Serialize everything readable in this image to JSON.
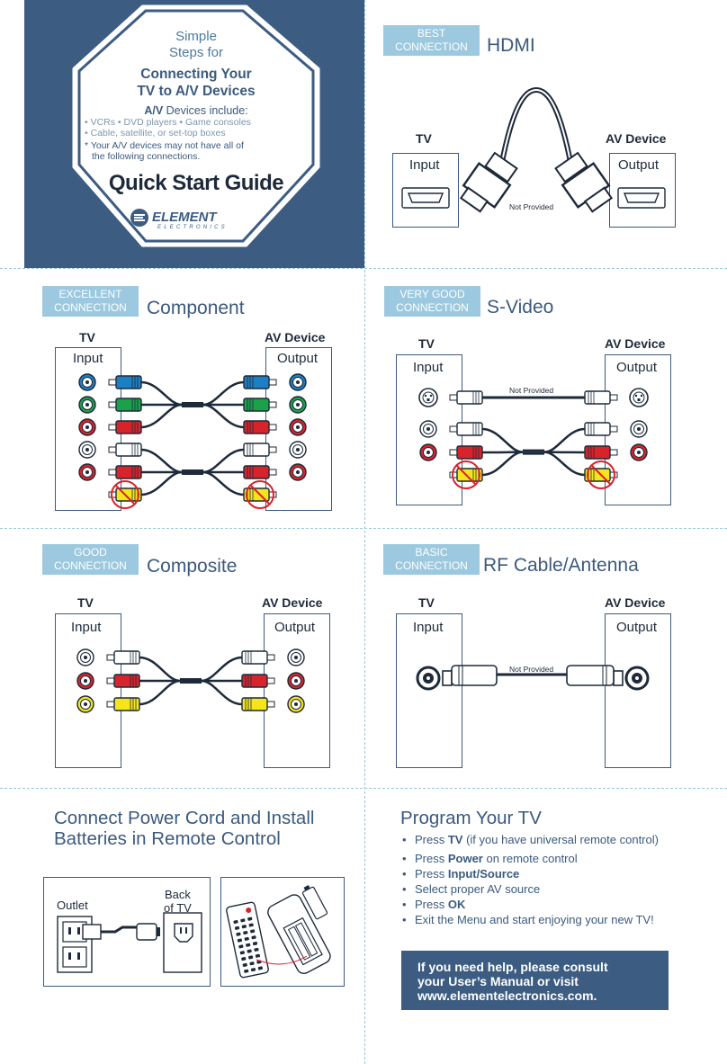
{
  "cover": {
    "line1": "Simple",
    "line2": "Steps for",
    "title_line1": "Connecting Your",
    "title_line2": "TV to A/V Devices",
    "av_devices_prefix": "A/V",
    "av_devices_suffix": " Devices include:",
    "list_line1": "• VCRs  •  DVD players  •  Game consoles",
    "list_line2": "• Cable, satellite, or set-top boxes",
    "note_line1": "* Your A/V devices may not have all of",
    "note_line2": "  the following connections.",
    "guide_title": "Quick Start Guide",
    "logo_word": "ELEMENT",
    "logo_sub": "ELECTRONICS",
    "colors": {
      "panel": "#3c5c82",
      "octagon_border": "#ffffff",
      "octagon_fill": "#ffffff"
    }
  },
  "labels": {
    "tv": "TV",
    "av_device": "AV Device",
    "input": "Input",
    "output": "Output",
    "not_provided": "Not Provided"
  },
  "sections": {
    "hdmi": {
      "badge_line1": "BEST",
      "badge_line2": "CONNECTION",
      "title": "HDMI"
    },
    "component": {
      "badge_line1": "EXCELLENT",
      "badge_line2": "CONNECTION",
      "title": "Component"
    },
    "svideo": {
      "badge_line1": "VERY GOOD",
      "badge_line2": "CONNECTION",
      "title": "S-Video"
    },
    "composite": {
      "badge_line1": "GOOD",
      "badge_line2": "CONNECTION",
      "title": "Composite"
    },
    "rf": {
      "badge_line1": "BASIC",
      "badge_line2": "CONNECTION",
      "title": "RF Cable/Antenna"
    }
  },
  "power": {
    "title_line1": "Connect Power Cord and Install",
    "title_line2": "Batteries in Remote Control",
    "outlet": "Outlet",
    "back_line1": "Back",
    "back_line2": "of TV"
  },
  "program": {
    "title": "Program Your TV",
    "steps": [
      {
        "pre": "Press ",
        "bold": "TV",
        "post": " (if you have universal remote control)"
      },
      {
        "pre": "Press ",
        "bold": "Power",
        "post": " on remote control"
      },
      {
        "pre": "Press ",
        "bold": "Input/Source",
        "post": ""
      },
      {
        "pre": "Select proper AV source",
        "bold": "",
        "post": ""
      },
      {
        "pre": "Press ",
        "bold": "OK",
        "post": ""
      },
      {
        "pre": "Exit the Menu and start enjoying your new TV!",
        "bold": "",
        "post": ""
      }
    ]
  },
  "help": {
    "line1": "If you need help, please consult",
    "line2": "your User’s Manual or visit",
    "line3": "www.elementelectronics.com."
  },
  "colors": {
    "accent": "#3c5c82",
    "badge": "#9cc9df",
    "divider": "#9cc6d6",
    "jack_blue": "#1c7fc3",
    "jack_green": "#1aa14a",
    "jack_red": "#d8232a",
    "jack_yellow": "#f6e51a",
    "jack_white": "#ffffff",
    "cable": "#1e2a3a",
    "prohibited": "#d8232a"
  }
}
